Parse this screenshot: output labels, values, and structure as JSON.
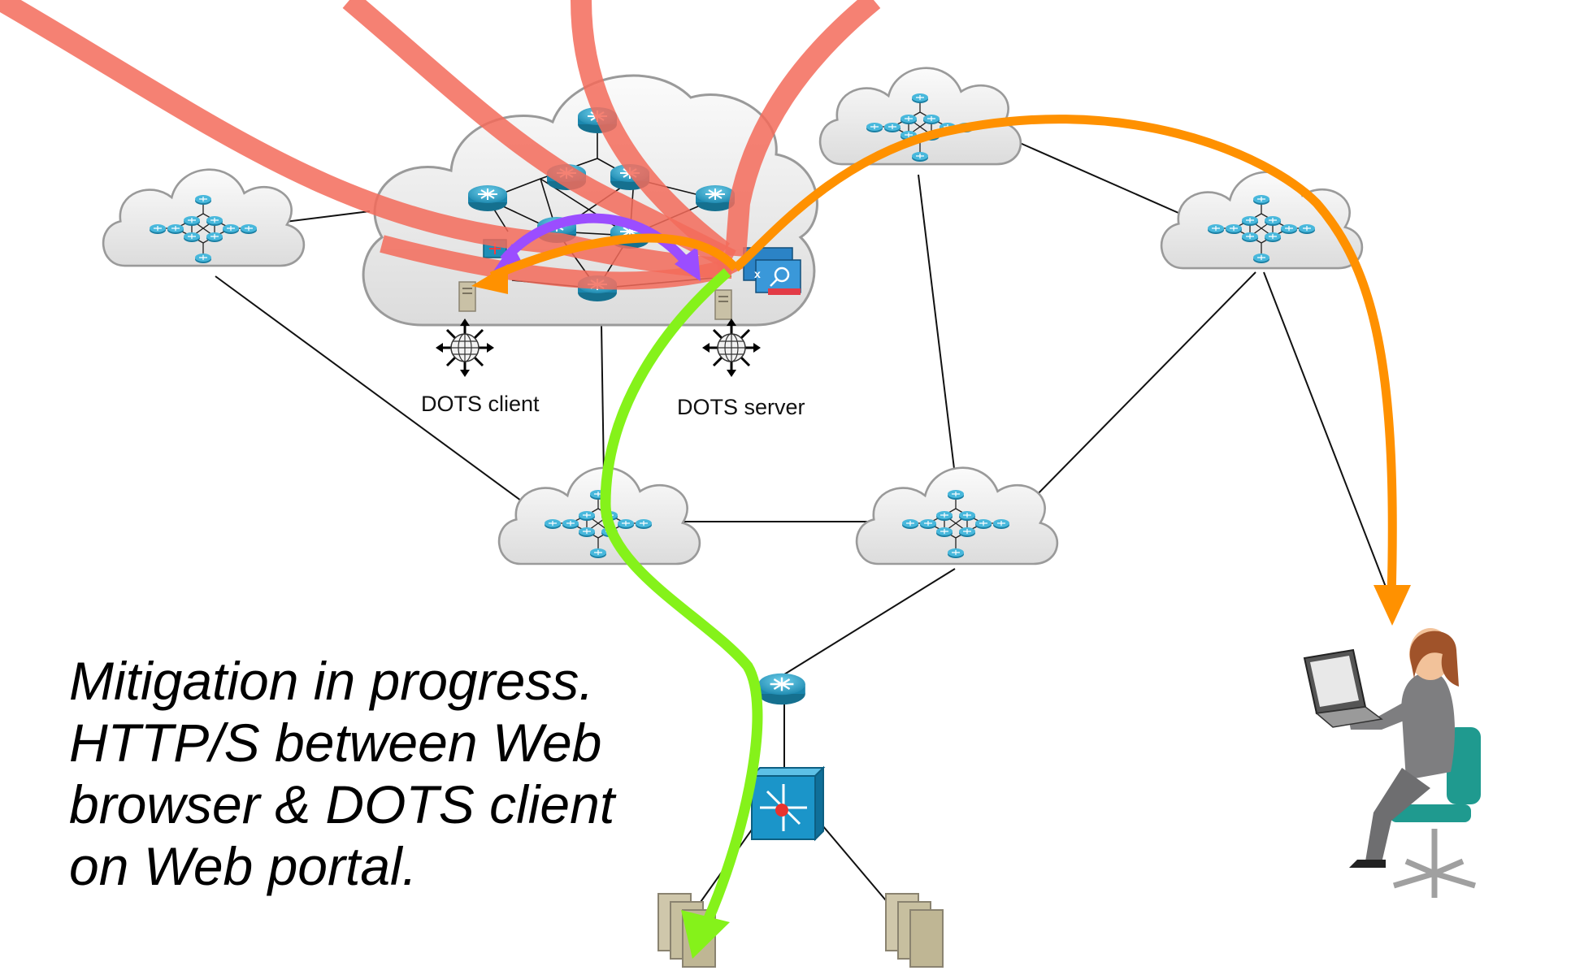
{
  "labels": {
    "dots_client": "DOTS client",
    "dots_server": "DOTS server"
  },
  "caption": {
    "lines": [
      "Mitigation in progress.",
      "HTTP/S between Web",
      "browser & DOTS client",
      "on Web portal."
    ]
  },
  "colors": {
    "attack_flow": "#f36b5b",
    "orange_flow": "#ff9100",
    "green_flow": "#85f21a",
    "purple_flow": "#9b4dff",
    "router": "#2f9fc4",
    "cloud_fill": "#eeeeee",
    "link": "#111111"
  },
  "icons": {
    "router": "router-icon",
    "switch": "multilayer-switch-icon",
    "server": "server-icon",
    "user": "user-at-laptop-icon",
    "mitigator": "mitigator-appliance-icon",
    "dots_agent": "dots-agent-globe-icon"
  }
}
